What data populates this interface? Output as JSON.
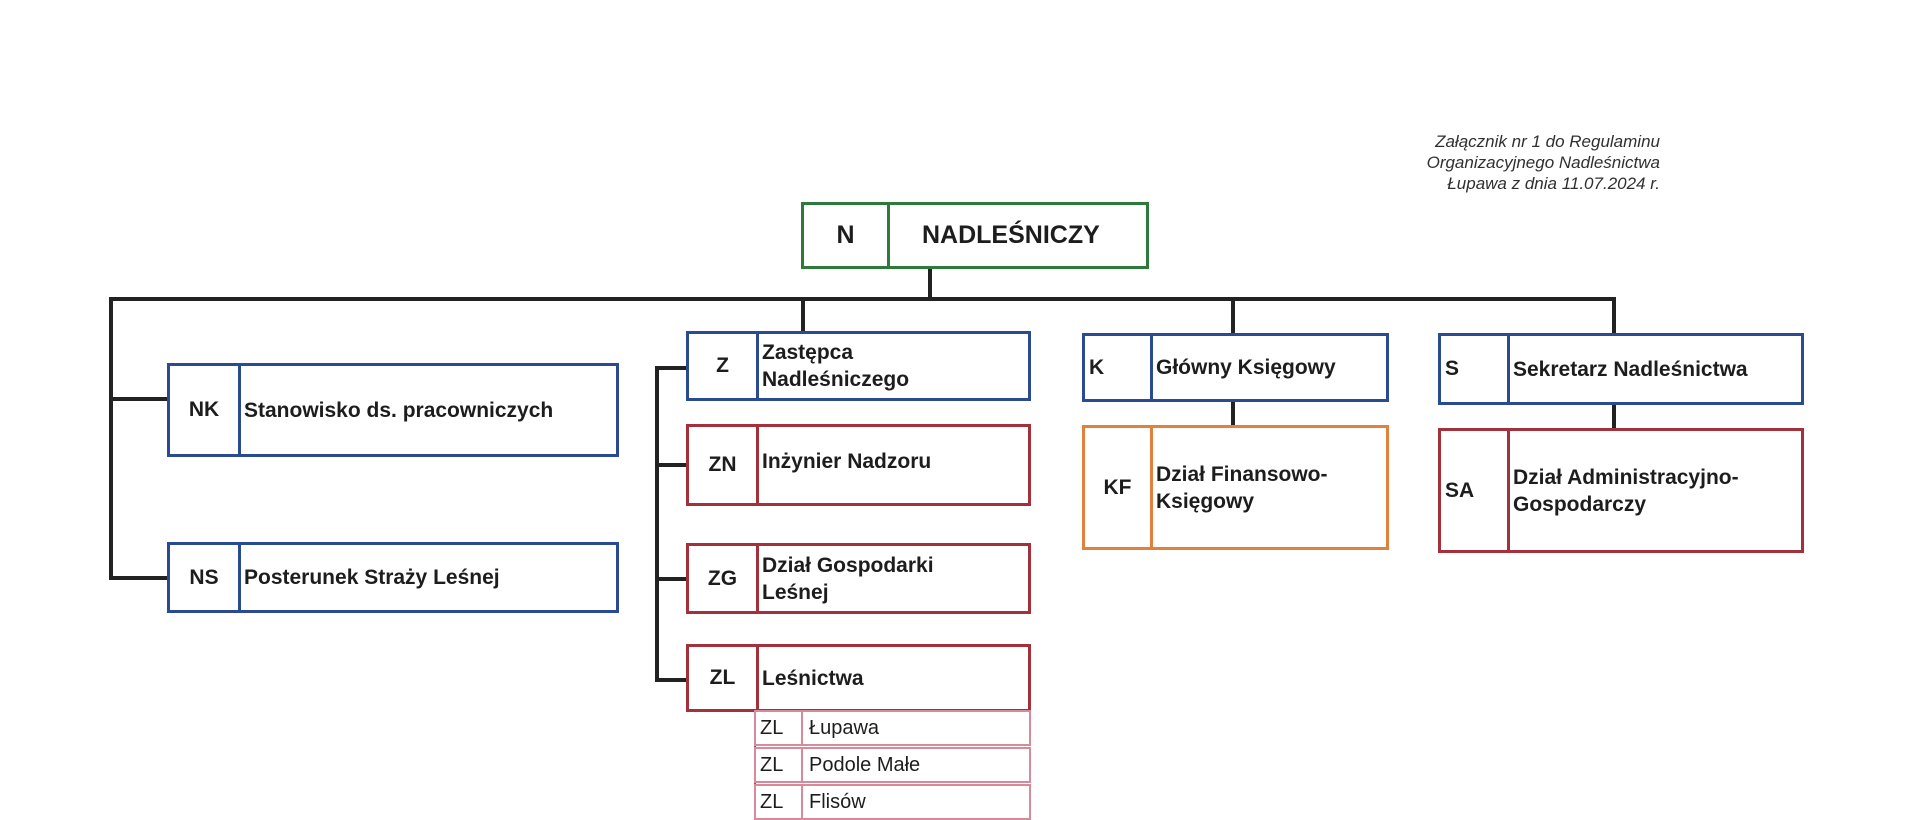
{
  "annex": {
    "line1": "Załącznik nr 1 do Regulaminu",
    "line2": "Organizacyjnego Nadleśnictwa",
    "line3": "Łupawa z dnia 11.07.2024 r."
  },
  "units": {
    "n": {
      "code": "N",
      "name": "NADLEŚNICZY"
    },
    "nk": {
      "code": "NK",
      "name": "Stanowisko ds. pracowniczych"
    },
    "ns": {
      "code": "NS",
      "name": "Posterunek Straży Leśnej"
    },
    "z": {
      "code": "Z",
      "name1": "Zastępca",
      "name2": "Nadleśniczego"
    },
    "zn": {
      "code": "ZN",
      "name": "Inżynier Nadzoru"
    },
    "zg": {
      "code": "ZG",
      "name1": "Dział Gospodarki",
      "name2": "Leśnej"
    },
    "zl": {
      "code": "ZL",
      "name": "Leśnictwa"
    },
    "k": {
      "code": "K",
      "name": "Główny Księgowy"
    },
    "kf": {
      "code": "KF",
      "name1": "Dział Finansowo-",
      "name2": "Księgowy"
    },
    "s": {
      "code": "S",
      "name": "Sekretarz Nadleśnictwa"
    },
    "sa": {
      "code": "SA",
      "name1": "Dział Administracyjno-",
      "name2": "Gospodarczy"
    }
  },
  "forest_districts": [
    {
      "code": "ZL",
      "name": "Łupawa"
    },
    {
      "code": "ZL",
      "name": "Podole Małe"
    },
    {
      "code": "ZL",
      "name": "Flisów"
    }
  ],
  "colors": {
    "director": "#2f7a3a",
    "management": "#2a4a92",
    "department": "#a3313b",
    "finance": "#e0823e",
    "subunit": "#d98a9a",
    "connector": "#222222"
  }
}
